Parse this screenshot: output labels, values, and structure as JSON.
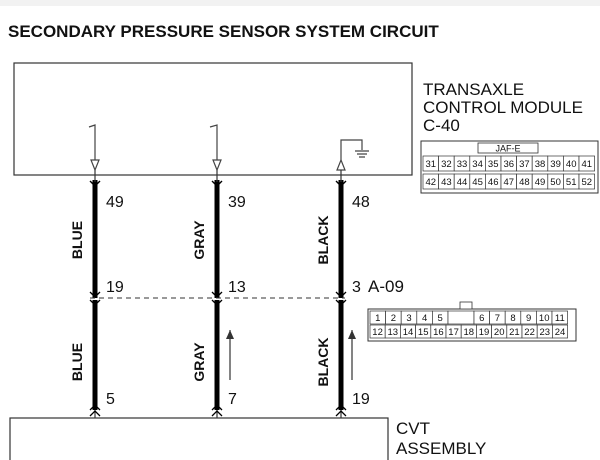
{
  "top_strip_text": "",
  "title": "SECONDARY PRESSURE SENSOR SYSTEM CIRCUIT",
  "module": {
    "name_line1": "TRANSAXLE",
    "name_line2": "CONTROL MODULE",
    "connector_id": "C-40",
    "connector_header": "JAF-E",
    "connector_row1": [
      "31",
      "32",
      "33",
      "34",
      "35",
      "36",
      "37",
      "38",
      "39",
      "40",
      "41"
    ],
    "connector_row2": [
      "42",
      "43",
      "44",
      "45",
      "46",
      "47",
      "48",
      "49",
      "50",
      "51",
      "52"
    ]
  },
  "intermediate_connector": {
    "id": "A-09",
    "row1": [
      "1",
      "2",
      "3",
      "4",
      "5",
      "",
      "6",
      "7",
      "8",
      "9",
      "10",
      "11"
    ],
    "row2": [
      "12",
      "13",
      "14",
      "15",
      "16",
      "17",
      "18",
      "19",
      "20",
      "21",
      "22",
      "23",
      "24"
    ]
  },
  "assembly": {
    "name_line1": "CVT",
    "name_line2": "ASSEMBLY"
  },
  "wires": [
    {
      "upper_color": "BLUE",
      "lower_color": "BLUE",
      "module_pin": "49",
      "junction_pin": "19",
      "assembly_pin": "5"
    },
    {
      "upper_color": "GRAY",
      "lower_color": "GRAY",
      "module_pin": "39",
      "junction_pin": "13",
      "assembly_pin": "7"
    },
    {
      "upper_color": "BLACK",
      "lower_color": "BLACK",
      "module_pin": "48",
      "junction_pin": "3",
      "assembly_pin": "19"
    }
  ]
}
